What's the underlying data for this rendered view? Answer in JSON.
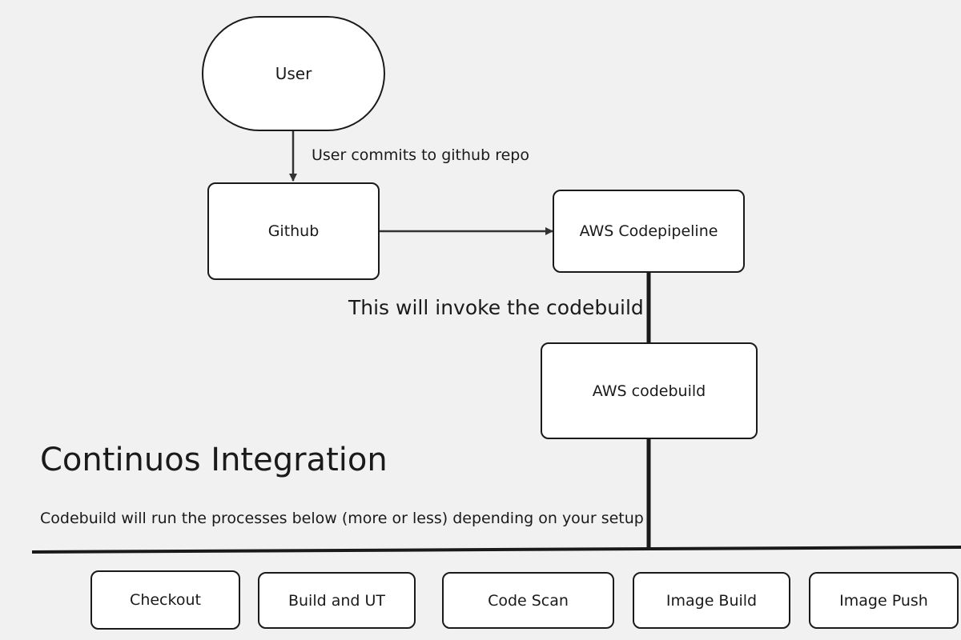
{
  "nodes": {
    "user": "User",
    "github": "Github",
    "codepipeline": "AWS Codepipeline",
    "codebuild": "AWS codebuild"
  },
  "edges": {
    "user_to_github": "User commits to github repo",
    "pipeline_to_build": "This will invoke the codebuild"
  },
  "section": {
    "title": "Continuos Integration",
    "description": "Codebuild will run the processes below (more or less) depending on your setup"
  },
  "stages": [
    "Checkout",
    "Build and UT",
    "Code Scan",
    "Image Build",
    "Image Push"
  ]
}
